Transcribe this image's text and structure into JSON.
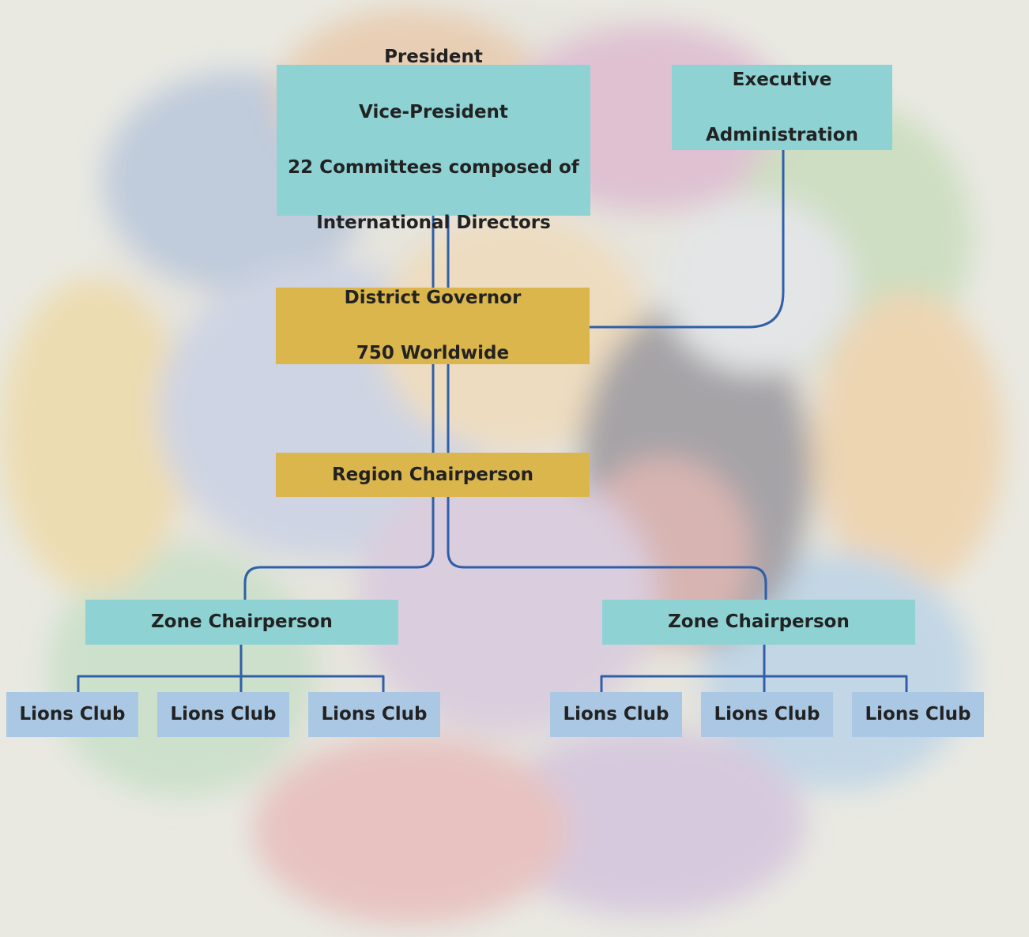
{
  "colors": {
    "background": "#e9e9e2",
    "connector": "#2f5fa8",
    "teal_box": "#8fd2d3",
    "gold_box": "#dbb64c",
    "club_box": "#aac8e4"
  },
  "background_art": {
    "icon": "lion-head-watercolor-icon"
  },
  "nodes": {
    "president": {
      "lines": [
        "President",
        "Vice-President",
        "22 Committees composed of",
        "International Directors"
      ]
    },
    "executive": {
      "lines": [
        "Executive",
        "Administration"
      ]
    },
    "district_governor": {
      "lines": [
        "District Governor",
        "750 Worldwide"
      ]
    },
    "region_chairperson": {
      "label": "Region Chairperson"
    },
    "zone_left": {
      "label": "Zone Chairperson"
    },
    "zone_right": {
      "label": "Zone Chairperson"
    },
    "clubs": [
      {
        "label": "Lions Club"
      },
      {
        "label": "Lions Club"
      },
      {
        "label": "Lions Club"
      },
      {
        "label": "Lions Club"
      },
      {
        "label": "Lions Club"
      },
      {
        "label": "Lions Club"
      }
    ]
  }
}
